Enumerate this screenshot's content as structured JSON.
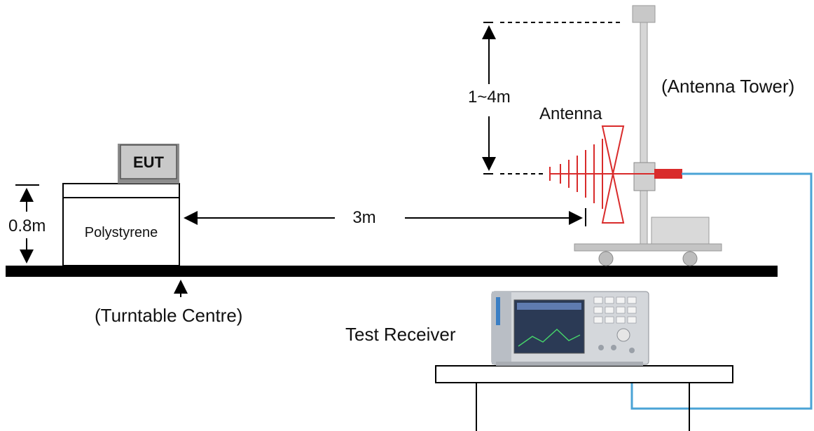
{
  "labels": {
    "eut": "EUT",
    "polystyrene": "Polystyrene",
    "table_height": "0.8m",
    "distance": "3m",
    "turntable": "(Turntable Centre)",
    "antenna_height": "1~4m",
    "antenna": "Antenna",
    "antenna_tower": "(Antenna Tower)",
    "test_receiver": "Test Receiver"
  },
  "colors": {
    "outline": "#000000",
    "antenna": "#d92b2b",
    "cable": "#4aa3d6",
    "tower": "#c8c8c8",
    "receiver_screen": "#2b3a55"
  }
}
